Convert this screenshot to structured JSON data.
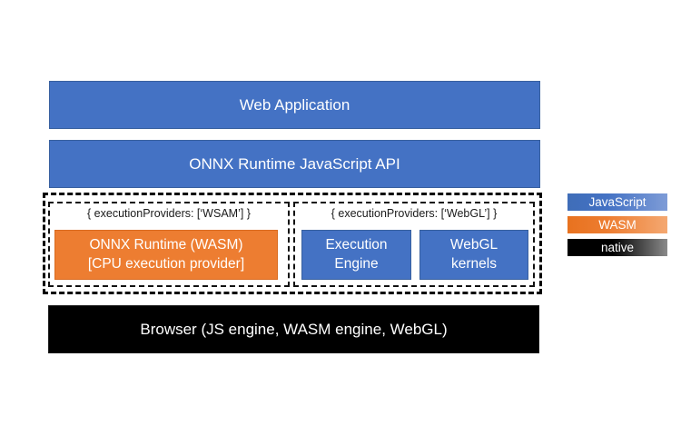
{
  "layers": {
    "web_application": "Web Application",
    "js_api": "ONNX Runtime JavaScript API",
    "browser": "Browser (JS engine, WASM engine, WebGL)"
  },
  "wasm_group": {
    "provider_label": "{ executionProviders: [‘WSAM’] }",
    "runtime_line1": "ONNX Runtime (WASM)",
    "runtime_line2": "[CPU execution provider]"
  },
  "webgl_group": {
    "provider_label": "{ executionProviders: [‘WebGL’] }",
    "engine_line1": "Execution",
    "engine_line2": "Engine",
    "kernels_line1": "WebGL",
    "kernels_line2": "kernels"
  },
  "legend": {
    "items": [
      {
        "label": "JavaScript",
        "color": "#4472c4"
      },
      {
        "label": "WASM",
        "color": "#ed7d31"
      },
      {
        "label": "native",
        "color": "#000000"
      }
    ]
  },
  "colors": {
    "javascript_blue": "#4472c4",
    "wasm_orange": "#ed7d31",
    "native_black": "#000000"
  }
}
